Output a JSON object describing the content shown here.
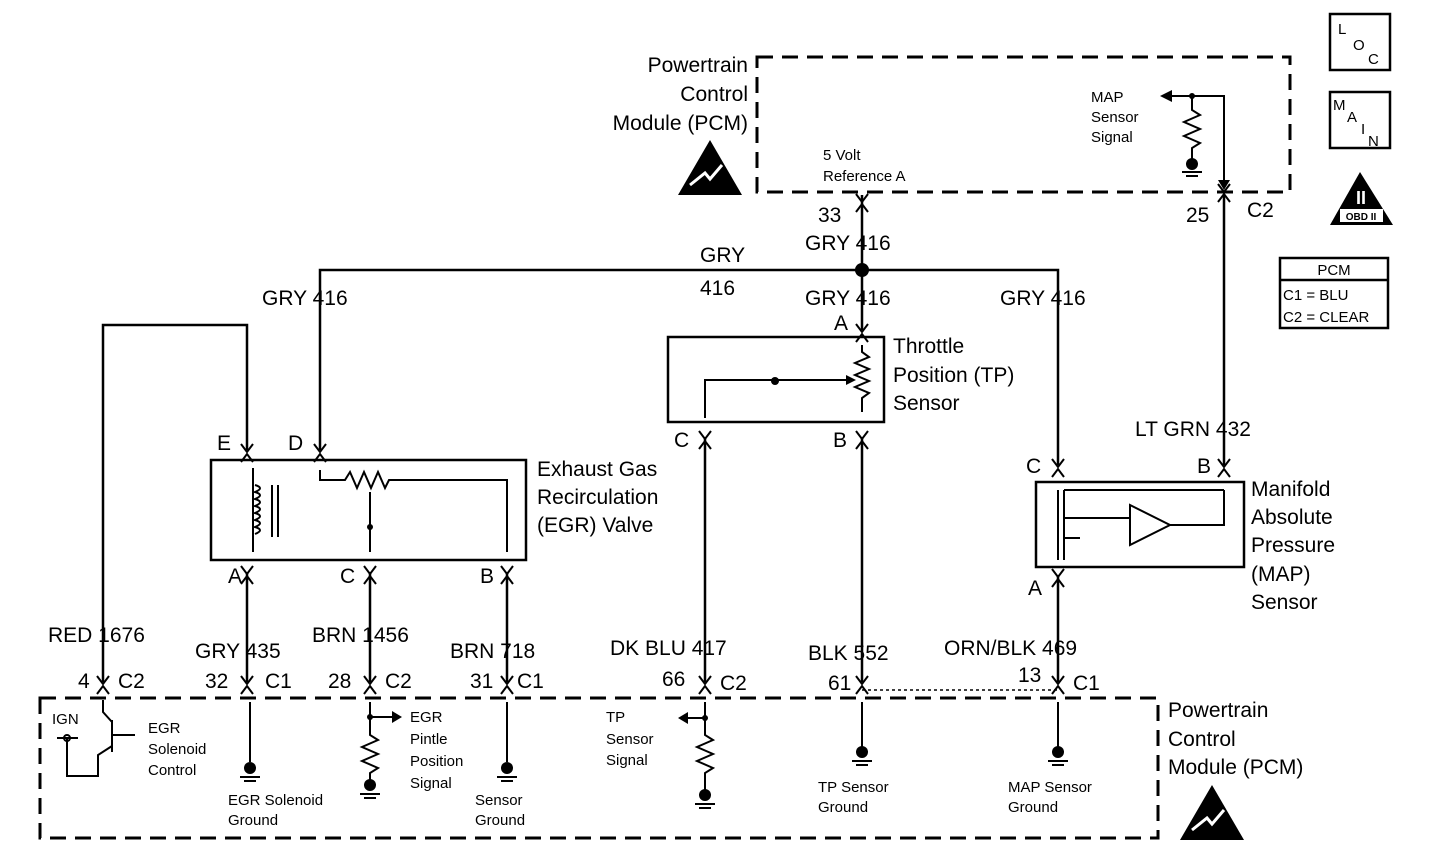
{
  "top_pcm": {
    "lines": [
      "Powertrain",
      "Control",
      "Module (PCM)"
    ],
    "map_signal": [
      "MAP",
      "Sensor",
      "Signal"
    ],
    "ref": [
      "5 Volt",
      "Reference A"
    ]
  },
  "bottom_pcm": {
    "lines": [
      "Powertrain",
      "Control",
      "Module (PCM)"
    ],
    "ign": "IGN",
    "egr_sol_ctrl": [
      "EGR",
      "Solenoid",
      "Control"
    ],
    "egr_sol_gnd": [
      "EGR Solenoid",
      "Ground"
    ],
    "pintle": [
      "EGR",
      "Pintle",
      "Position",
      "Signal"
    ],
    "sensor_gnd": [
      "Sensor",
      "Ground"
    ],
    "tp_signal": [
      "TP",
      "Sensor",
      "Signal"
    ],
    "tp_gnd": [
      "TP Sensor",
      "Ground"
    ],
    "map_gnd": [
      "MAP Sensor",
      "Ground"
    ]
  },
  "icons": {
    "loc": [
      "L",
      "O",
      "C"
    ],
    "main": [
      "M",
      "A",
      "I",
      "N"
    ],
    "obd": "OBD II",
    "obd_numeral": "II"
  },
  "legend": {
    "title": "PCM",
    "rows": [
      "C1 = BLU",
      "C2 = CLEAR"
    ]
  },
  "components": {
    "tp": [
      "Throttle",
      "Position (TP)",
      "Sensor"
    ],
    "egr": [
      "Exhaust Gas",
      "Recirculation",
      "(EGR) Valve"
    ],
    "map": [
      "Manifold",
      "Absolute",
      "Pressure",
      "(MAP)",
      "Sensor"
    ]
  },
  "pins": {
    "tp_a": "A",
    "tp_b": "B",
    "tp_c": "C",
    "egr_e": "E",
    "egr_d": "D",
    "egr_a": "A",
    "egr_c": "C",
    "egr_b": "B",
    "map_c": "C",
    "map_b": "B",
    "map_a": "A"
  },
  "wires": {
    "ref_pin": "33",
    "ref_wire": "GRY  416",
    "map_pin": "25",
    "map_conn": "C2",
    "splice_color": "GRY",
    "splice_num": "416",
    "egr_d": "GRY  416",
    "tp_a": "GRY  416",
    "map_c": "GRY  416",
    "map_b": "LT GRN  432",
    "red": "RED  1676",
    "red_pin": "4",
    "red_conn": "C2",
    "gry435": "GRY  435",
    "gry435_pin": "32",
    "gry435_conn": "C1",
    "brn1456": "BRN  1456",
    "brn1456_pin": "28",
    "brn1456_conn": "C2",
    "brn718": "BRN  718",
    "brn718_pin": "31",
    "brn718_conn": "C1",
    "dkblu": "DK BLU  417",
    "dkblu_pin": "66",
    "dkblu_conn": "C2",
    "blk": "BLK  552",
    "blk_pin": "61",
    "orn": "ORN/BLK  469",
    "orn_pin": "13",
    "orn_conn": "C1"
  }
}
